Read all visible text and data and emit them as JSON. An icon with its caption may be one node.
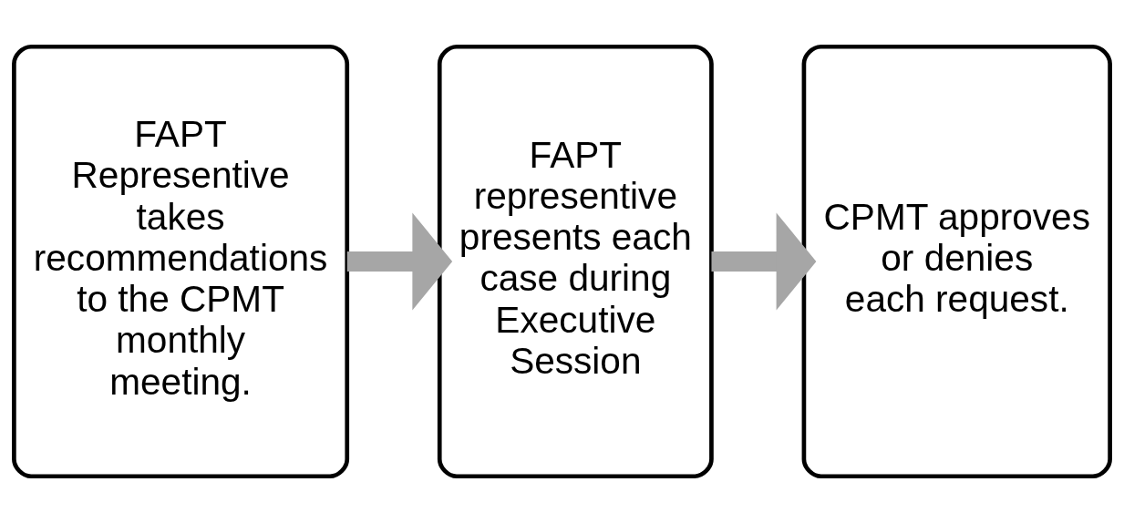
{
  "diagram": {
    "nodes": [
      {
        "text": [
          "FAPT Representive takes recommendations to the CPMT monthly meeting."
        ]
      },
      {
        "text": [
          "FAPT representive presents each case during Executive Session"
        ]
      },
      {
        "text": [
          "CPMT approves or denies each request."
        ]
      }
    ],
    "edges": [
      {
        "from": 0,
        "to": 1,
        "arrow": "to"
      },
      {
        "from": 1,
        "to": 2,
        "arrow": "to"
      }
    ]
  }
}
